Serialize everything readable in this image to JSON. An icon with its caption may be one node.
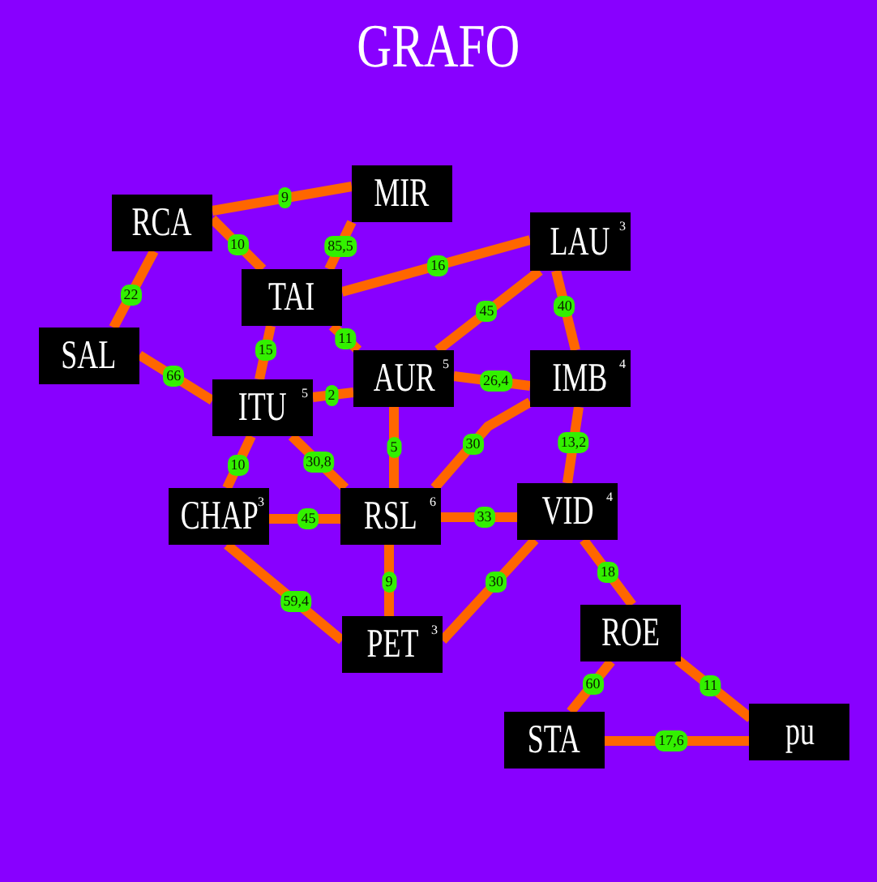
{
  "diagram": {
    "title": "GRAFO",
    "nodes": [
      {
        "text": [
          "RCA"
        ]
      },
      {
        "text": [
          "MIR"
        ]
      },
      {
        "text": [
          "LAU",
          "3"
        ]
      },
      {
        "text": [
          "TAI"
        ]
      },
      {
        "text": [
          "SAL"
        ]
      },
      {
        "text": [
          "ITU",
          "5"
        ]
      },
      {
        "text": [
          "AUR",
          "5"
        ]
      },
      {
        "text": [
          "IMB",
          "4"
        ]
      },
      {
        "text": [
          "CHAP",
          "3"
        ]
      },
      {
        "text": [
          "RSL",
          "6"
        ]
      },
      {
        "text": [
          "VID",
          "4"
        ]
      },
      {
        "text": [
          "PET",
          "3"
        ]
      },
      {
        "text": [
          "ROE"
        ]
      },
      {
        "text": [
          "STA"
        ]
      },
      {
        "text": [
          "pu"
        ]
      }
    ],
    "edges": [
      {
        "from": 0,
        "to": 1,
        "arrow": "none",
        "label": "9"
      },
      {
        "from": 0,
        "to": 3,
        "arrow": "none",
        "label": "10"
      },
      {
        "from": 1,
        "to": 3,
        "arrow": "none",
        "label": "85,5"
      },
      {
        "from": 3,
        "to": 2,
        "arrow": "none",
        "label": "16"
      },
      {
        "from": 0,
        "to": 4,
        "arrow": "none",
        "label": "22"
      },
      {
        "from": 4,
        "to": 5,
        "arrow": "none",
        "label": "66"
      },
      {
        "from": 3,
        "to": 5,
        "arrow": "none",
        "label": "15"
      },
      {
        "from": 3,
        "to": 6,
        "arrow": "none",
        "label": "11"
      },
      {
        "from": 5,
        "to": 6,
        "arrow": "none",
        "label": "2"
      },
      {
        "from": 2,
        "to": 6,
        "arrow": "none",
        "label": "45"
      },
      {
        "from": 2,
        "to": 7,
        "arrow": "none",
        "label": "40"
      },
      {
        "from": 6,
        "to": 7,
        "arrow": "none",
        "label": "26,4"
      },
      {
        "from": 6,
        "to": 9,
        "arrow": "none",
        "label": "5"
      },
      {
        "from": 7,
        "to": 9,
        "arrow": "none",
        "label": "30"
      },
      {
        "from": 7,
        "to": 10,
        "arrow": "none",
        "label": "13,2"
      },
      {
        "from": 5,
        "to": 8,
        "arrow": "none",
        "label": "10"
      },
      {
        "from": 5,
        "to": 9,
        "arrow": "none",
        "label": "30,8"
      },
      {
        "from": 8,
        "to": 9,
        "arrow": "none",
        "label": "45"
      },
      {
        "from": 9,
        "to": 10,
        "arrow": "none",
        "label": "33"
      },
      {
        "from": 8,
        "to": 11,
        "arrow": "none",
        "label": "59,4"
      },
      {
        "from": 9,
        "to": 11,
        "arrow": "none",
        "label": "9"
      },
      {
        "from": 10,
        "to": 11,
        "arrow": "none",
        "label": "30"
      },
      {
        "from": 10,
        "to": 12,
        "arrow": "none",
        "label": "18"
      },
      {
        "from": 12,
        "to": 13,
        "arrow": "none",
        "label": "60"
      },
      {
        "from": 12,
        "to": 14,
        "arrow": "none",
        "label": "11"
      },
      {
        "from": 13,
        "to": 14,
        "arrow": "none",
        "label": "17,6"
      }
    ]
  }
}
